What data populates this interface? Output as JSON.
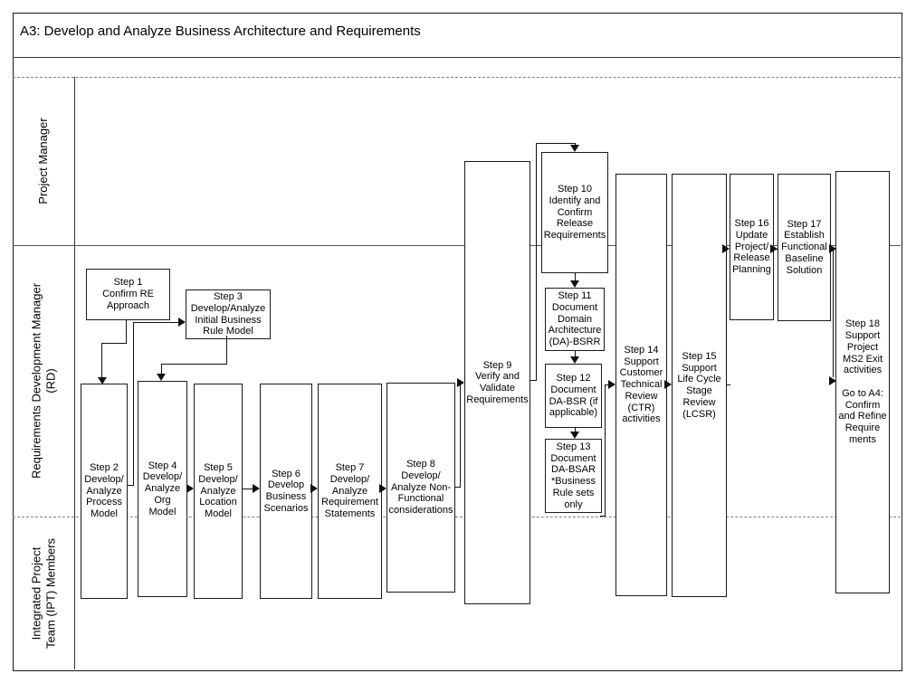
{
  "title": "A3: Develop and Analyze Business Architecture and Requirements",
  "lanes": [
    {
      "label": "Project Manager"
    },
    {
      "label": "Requirements Development Manager\n(RD)"
    },
    {
      "label": "Integrated Project\nTeam (IPT) Members"
    }
  ],
  "steps": [
    {
      "id": 1,
      "text": "Step 1\nConfirm RE\nApproach"
    },
    {
      "id": 2,
      "text": "Step 2\nDevelop/\nAnalyze\nProcess\nModel"
    },
    {
      "id": 3,
      "text": "Step 3\nDevelop/Analyze\nInitial Business\nRule Model"
    },
    {
      "id": 4,
      "text": "Step 4\nDevelop/\nAnalyze\nOrg\nModel"
    },
    {
      "id": 5,
      "text": "Step 5\nDevelop/\nAnalyze\nLocation\nModel"
    },
    {
      "id": 6,
      "text": "Step 6\nDevelop\nBusiness\nScenarios"
    },
    {
      "id": 7,
      "text": "Step 7\nDevelop/\nAnalyze\nRequirement\nStatements"
    },
    {
      "id": 8,
      "text": "Step 8\nDevelop/\nAnalyze Non-\nFunctional\nconsiderations"
    },
    {
      "id": 9,
      "text": "Step 9\nVerify and\nValidate\nRequirements"
    },
    {
      "id": 10,
      "text": "Step 10\nIdentify and\nConfirm\nRelease\nRequirements"
    },
    {
      "id": 11,
      "text": "Step 11\nDocument\nDomain\nArchitecture\n(DA)-BSRR"
    },
    {
      "id": 12,
      "text": "Step 12\nDocument\nDA-BSR (if\napplicable)"
    },
    {
      "id": 13,
      "text": "Step 13\nDocument\nDA-BSAR\n*Business\nRule sets\nonly"
    },
    {
      "id": 14,
      "text": "Step 14\nSupport\nCustomer\nTechnical\nReview\n(CTR)\nactivities"
    },
    {
      "id": 15,
      "text": "Step 15\nSupport\nLife Cycle\nStage\nReview\n(LCSR)"
    },
    {
      "id": 16,
      "text": "Step 16\nUpdate\nProject/\nRelease\nPlanning"
    },
    {
      "id": 17,
      "text": "Step 17\nEstablish\nFunctional\nBaseline\nSolution"
    },
    {
      "id": 18,
      "text": "Step 18\nSupport\nProject\nMS2 Exit\nactivities\n\nGo to A4:\nConfirm\nand Refine\nRequire\nments"
    }
  ],
  "connections": [
    {
      "from": 1,
      "to": 2
    },
    {
      "from": 2,
      "to": 3
    },
    {
      "from": 3,
      "to": 4
    },
    {
      "from": 4,
      "to": 5
    },
    {
      "from": 5,
      "to": 6
    },
    {
      "from": 6,
      "to": 7
    },
    {
      "from": 7,
      "to": 8
    },
    {
      "from": 8,
      "to": 9
    },
    {
      "from": 9,
      "to": 10
    },
    {
      "from": 10,
      "to": 11
    },
    {
      "from": 11,
      "to": 12
    },
    {
      "from": 12,
      "to": 13
    },
    {
      "from": 13,
      "to": 14
    },
    {
      "from": 14,
      "to": 15
    },
    {
      "from": 15,
      "to": 16
    },
    {
      "from": 16,
      "to": 17
    },
    {
      "from": 17,
      "to": 18
    }
  ],
  "colors": {
    "background": "#ffffff",
    "box_border": "#1a1a1a",
    "connector": "#111111",
    "lane_divider": "#808080",
    "text": "#000000"
  }
}
